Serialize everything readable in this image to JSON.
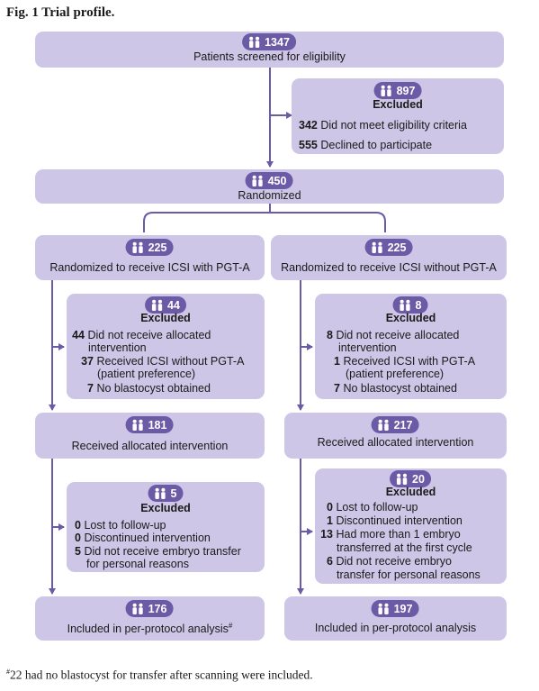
{
  "figure": {
    "title": "Fig. 1 Trial profile.",
    "footnote_mark": "#",
    "footnote": "22 had no blastocyst for transfer after scanning were included."
  },
  "colors": {
    "box_fill": "#cdc6e6",
    "badge_fill": "#6b5aa6",
    "arrow": "#6b5aa6"
  },
  "icon": "people-icon",
  "screened": {
    "count": "1347",
    "label": "Patients screened for eligibility"
  },
  "excluded_screen": {
    "count": "897",
    "heading": "Excluded",
    "reasons": [
      {
        "n": "342",
        "text": "Did not meet eligibility criteria"
      },
      {
        "n": "555",
        "text": "Declined to participate"
      }
    ]
  },
  "randomized": {
    "count": "450",
    "label": "Randomized"
  },
  "arm_left": {
    "count": "225",
    "label": "Randomized to receive ICSI with PGT-A",
    "excluded": {
      "count": "44",
      "heading": "Excluded",
      "reasons": [
        {
          "n": "44",
          "lines": [
            "Did not receive allocated",
            "intervention"
          ]
        },
        {
          "n": "37",
          "lines": [
            "Received ICSI without PGT-A",
            "(patient preference)"
          ]
        },
        {
          "n": "7",
          "lines": [
            "No blastocyst obtained"
          ]
        }
      ]
    },
    "received": {
      "count": "181",
      "label": "Received allocated intervention"
    },
    "lost": {
      "count": "5",
      "heading": "Excluded",
      "reasons": [
        {
          "n": "0",
          "lines": [
            "Lost to follow-up"
          ]
        },
        {
          "n": "0",
          "lines": [
            "Discontinued intervention"
          ]
        },
        {
          "n": "5",
          "lines": [
            "Did not receive embryo transfer",
            "for personal reasons"
          ]
        }
      ]
    },
    "analysis": {
      "count": "176",
      "label": "Included in per-protocol analysis",
      "mark": "#"
    }
  },
  "arm_right": {
    "count": "225",
    "label": "Randomized to receive ICSI without PGT-A",
    "excluded": {
      "count": "8",
      "heading": "Excluded",
      "reasons": [
        {
          "n": "8",
          "lines": [
            "Did not receive allocated",
            "intervention"
          ]
        },
        {
          "n": "1",
          "lines": [
            "Received ICSI with PGT-A",
            "(patient preference)"
          ]
        },
        {
          "n": "7",
          "lines": [
            "No blastocyst obtained"
          ]
        }
      ]
    },
    "received": {
      "count": "217",
      "label": "Received allocated intervention"
    },
    "lost": {
      "count": "20",
      "heading": "Excluded",
      "reasons": [
        {
          "n": "0",
          "lines": [
            "Lost to follow-up"
          ]
        },
        {
          "n": "1",
          "lines": [
            "Discontinued intervention"
          ]
        },
        {
          "n": "13",
          "lines": [
            "Had more than 1 embryo",
            "transferred at the first cycle"
          ]
        },
        {
          "n": "6",
          "lines": [
            "Did not receive embryo",
            "transfer for personal reasons"
          ]
        }
      ]
    },
    "analysis": {
      "count": "197",
      "label": "Included in per-protocol analysis"
    }
  }
}
